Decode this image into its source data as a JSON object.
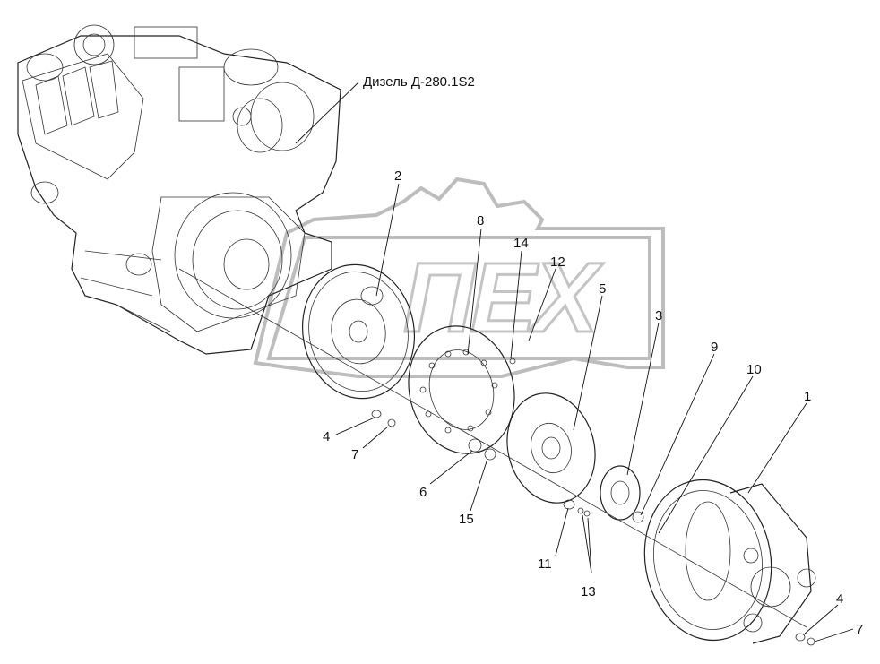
{
  "engine_label": "Дизель Д-280.1S2",
  "watermark_text": "ПЕХ",
  "callouts": [
    {
      "id": "c2",
      "text": "2"
    },
    {
      "id": "c8",
      "text": "8"
    },
    {
      "id": "c14",
      "text": "14"
    },
    {
      "id": "c12",
      "text": "12"
    },
    {
      "id": "c5",
      "text": "5"
    },
    {
      "id": "c3",
      "text": "3"
    },
    {
      "id": "c9",
      "text": "9"
    },
    {
      "id": "c10",
      "text": "10"
    },
    {
      "id": "c1",
      "text": "1"
    },
    {
      "id": "c4a",
      "text": "4"
    },
    {
      "id": "c7a",
      "text": "7"
    },
    {
      "id": "c6",
      "text": "6"
    },
    {
      "id": "c15",
      "text": "15"
    },
    {
      "id": "c11",
      "text": "11"
    },
    {
      "id": "c13",
      "text": "13"
    },
    {
      "id": "c4b",
      "text": "4"
    },
    {
      "id": "c7b",
      "text": "7"
    }
  ]
}
